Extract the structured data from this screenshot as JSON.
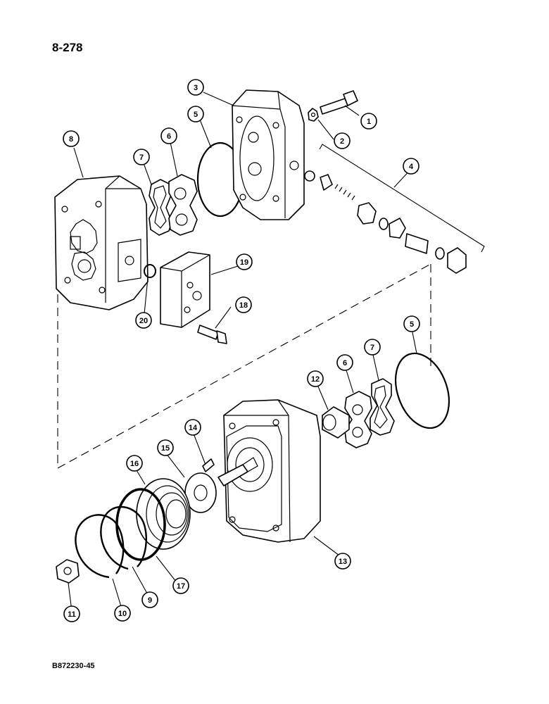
{
  "page_number": "8-278",
  "document_code": "B872230-45",
  "callouts": [
    "1",
    "2",
    "3",
    "4",
    "5",
    "6",
    "7",
    "8",
    "9",
    "10",
    "11",
    "12",
    "13",
    "14",
    "15",
    "16",
    "17",
    "18",
    "19",
    "20"
  ],
  "callouts_lower": [
    "5",
    "6",
    "7"
  ]
}
